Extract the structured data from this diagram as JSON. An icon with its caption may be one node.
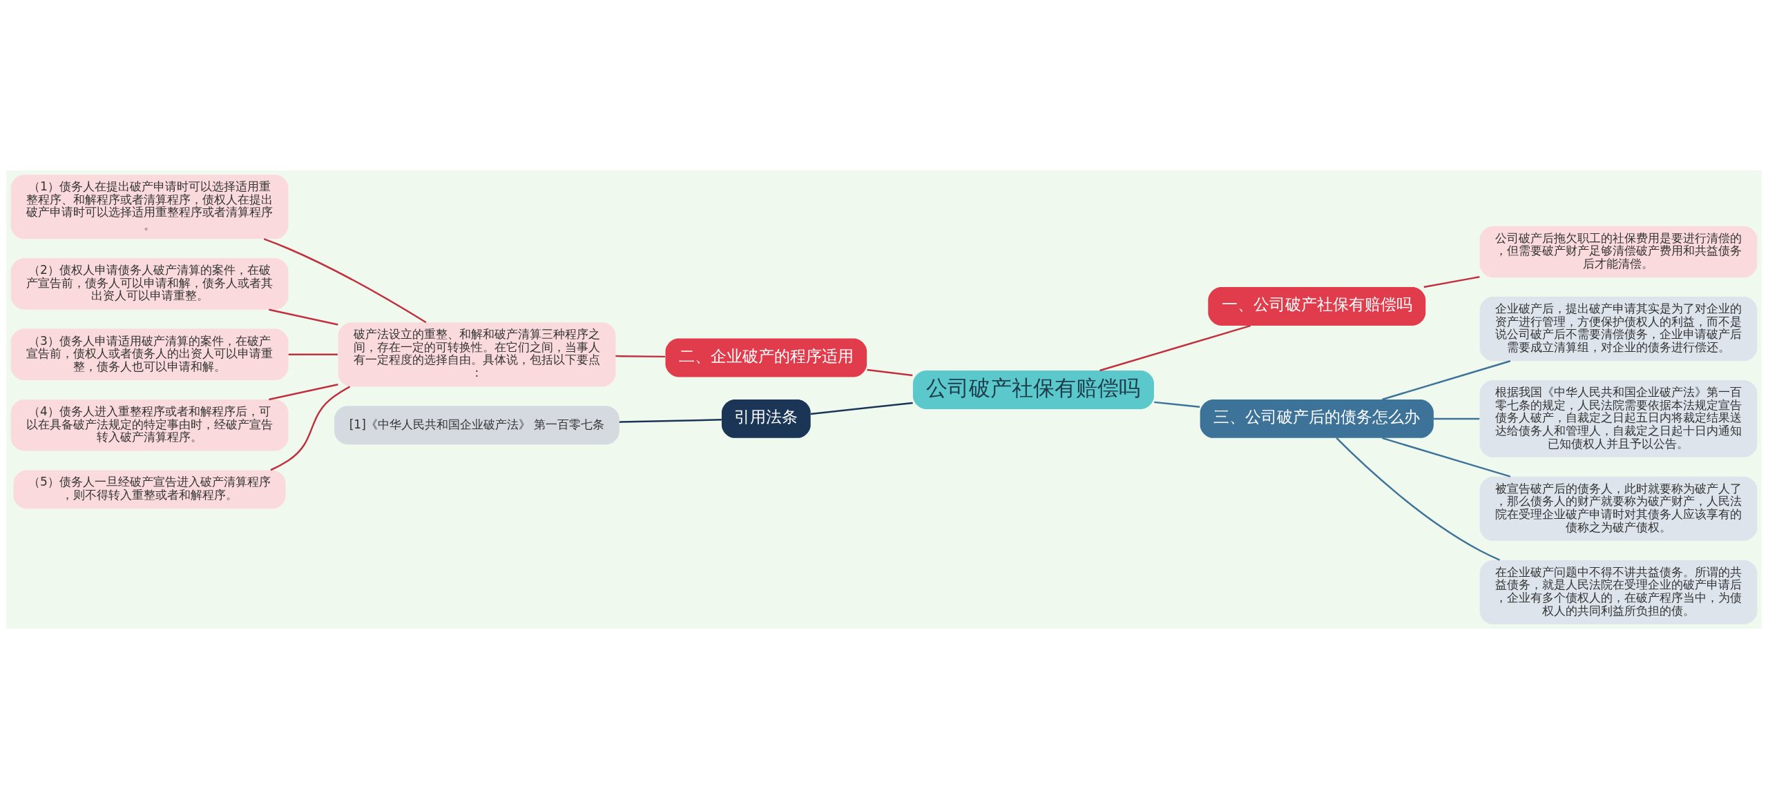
{
  "diagram": {
    "nodes": [
      {
        "text": [
          "公司破产社保有赔偿吗"
        ]
      },
      {
        "text": [
          "一、公司破产社保有赔偿吗"
        ]
      },
      {
        "text": [
          "公司破产后拖欠职工的社保费用是要进行清偿的，但需要破产财产足够清偿破产费用和共益债务后才能清偿。"
        ]
      },
      {
        "text": [
          "二、企业破产的程序适用"
        ]
      },
      {
        "text": [
          "破产法设立的重整、和解和破产清算三种程序之间，存在一定的可转换性。在它们之间，当事人有一定程度的选择自由。具体说，包括以下要点:"
        ]
      },
      {
        "text": [
          "（1）债务人在提出破产申请时可以选择适用重整程序、和解程序或者清算程序，债权人在提出破产申请时可以选择适用重整程序或者清算程序。"
        ]
      },
      {
        "text": [
          "（2）债权人申请债务人破产清算的案件，在破产宣告前，债务人可以申请和解，债务人或者其出资人可以申请重整。"
        ]
      },
      {
        "text": [
          "（3）债务人申请适用破产清算的案件，在破产宣告前，债权人或者债务人的出资人可以申请重整，债务人也可以申请和解。"
        ]
      },
      {
        "text": [
          "（4）债务人进入重整程序或者和解程序后，可以在具备破产法规定的特定事由时，经破产宣告转入破产清算程序。"
        ]
      },
      {
        "text": [
          "（5）债务人一旦经破产宣告进入破产清算程序，则不得转入重整或者和解程序。"
        ]
      },
      {
        "text": [
          "三、公司破产后的债务怎么办"
        ]
      },
      {
        "text": [
          "企业破产后，提出破产申请其实是为了对企业的资产进行管理，方便保护债权人的利益，而不是说公司破产后不需要清偿债务，企业申请破产后需要成立清算组，对企业的债务进行偿还。"
        ]
      },
      {
        "text": [
          "根据我国《中华人民共和国企业破产法》第一百零七条的规定，人民法院需要依据本法规定宣告债务人破产，自裁定之日起五日内将裁定结果送达给债务人和管理人，自裁定之日起十日内通知已知债权人并且予以公告。"
        ]
      },
      {
        "text": [
          "被宣告破产后的债务人，此时就要称为破产人了，那么债务人的财产就要称为破产财产，人民法院在受理企业破产申请时对其债务人应该享有的债称之为破产债权。"
        ]
      },
      {
        "text": [
          "在企业破产问题中不得不讲共益债务。所谓的共益债务，就是人民法院在受理企业的破产申请后，企业有多个债权人的，在破产程序当中，为债权人的共同利益所负担的债。"
        ]
      },
      {
        "text": [
          "引用法条"
        ]
      },
      {
        "text": [
          "[1]《中华人民共和国企业破产法》 第一百零七条"
        ]
      }
    ],
    "edges": [
      {
        "from": 0,
        "to": 1,
        "arrow": "none"
      },
      {
        "from": 1,
        "to": 2,
        "arrow": "none"
      },
      {
        "from": 0,
        "to": 3,
        "arrow": "none"
      },
      {
        "from": 3,
        "to": 4,
        "arrow": "none"
      },
      {
        "from": 4,
        "to": 5,
        "arrow": "none"
      },
      {
        "from": 4,
        "to": 6,
        "arrow": "none"
      },
      {
        "from": 4,
        "to": 7,
        "arrow": "none"
      },
      {
        "from": 4,
        "to": 8,
        "arrow": "none"
      },
      {
        "from": 4,
        "to": 9,
        "arrow": "none"
      },
      {
        "from": 0,
        "to": 10,
        "arrow": "none",
        "color": "#3d7399"
      },
      {
        "from": 10,
        "to": 11,
        "arrow": "none",
        "color": "#3d7399"
      },
      {
        "from": 10,
        "to": 12,
        "arrow": "none",
        "color": "#3d7399"
      },
      {
        "from": 10,
        "to": 13,
        "arrow": "none",
        "color": "#3d7399"
      },
      {
        "from": 10,
        "to": 14,
        "arrow": "none",
        "color": "#3d7399"
      },
      {
        "from": 0,
        "to": 15,
        "arrow": "none",
        "color": "#1b3557"
      },
      {
        "from": 15,
        "to": 16,
        "arrow": "none",
        "color": "#1b3557"
      }
    ]
  }
}
